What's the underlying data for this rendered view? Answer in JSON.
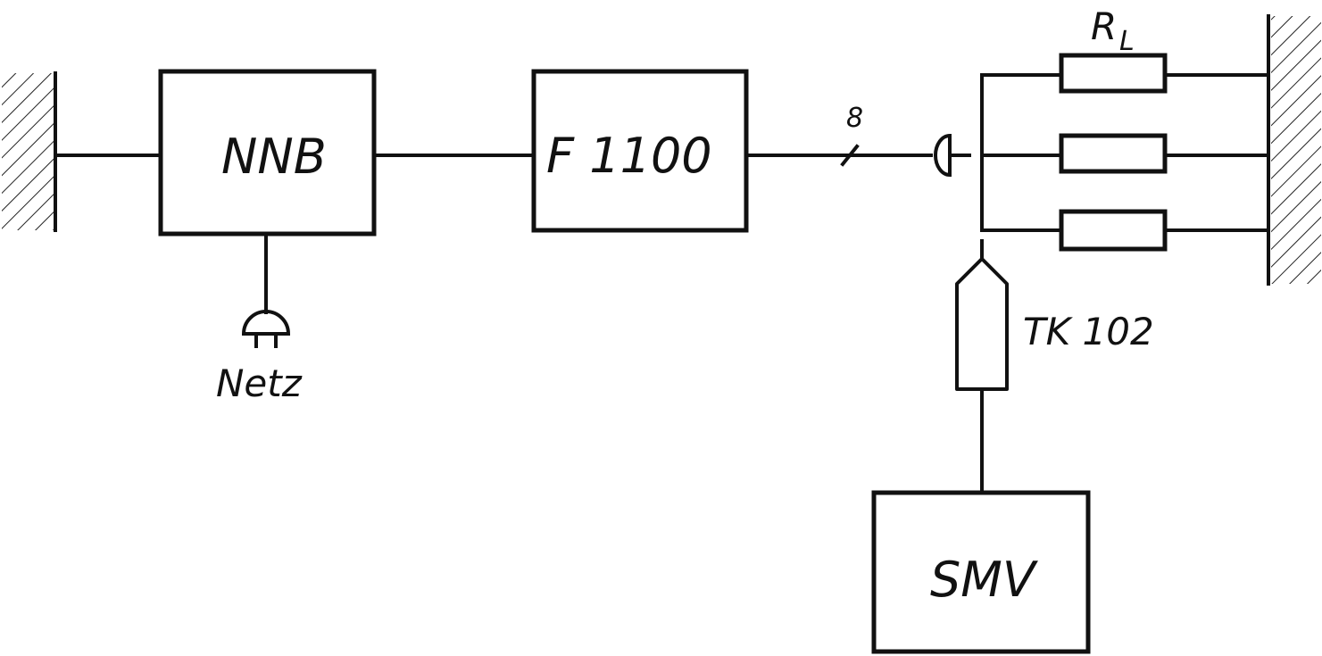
{
  "blocks": {
    "nnb": "NNB",
    "f1100": "F 1100",
    "smv": "SMV"
  },
  "labels": {
    "netz": "Netz",
    "rl": "R",
    "rl_sub": "L",
    "thermocouple": "TK 102",
    "wire_count": "8"
  },
  "colors": {
    "ink": "#111111",
    "background": "#ffffff"
  }
}
